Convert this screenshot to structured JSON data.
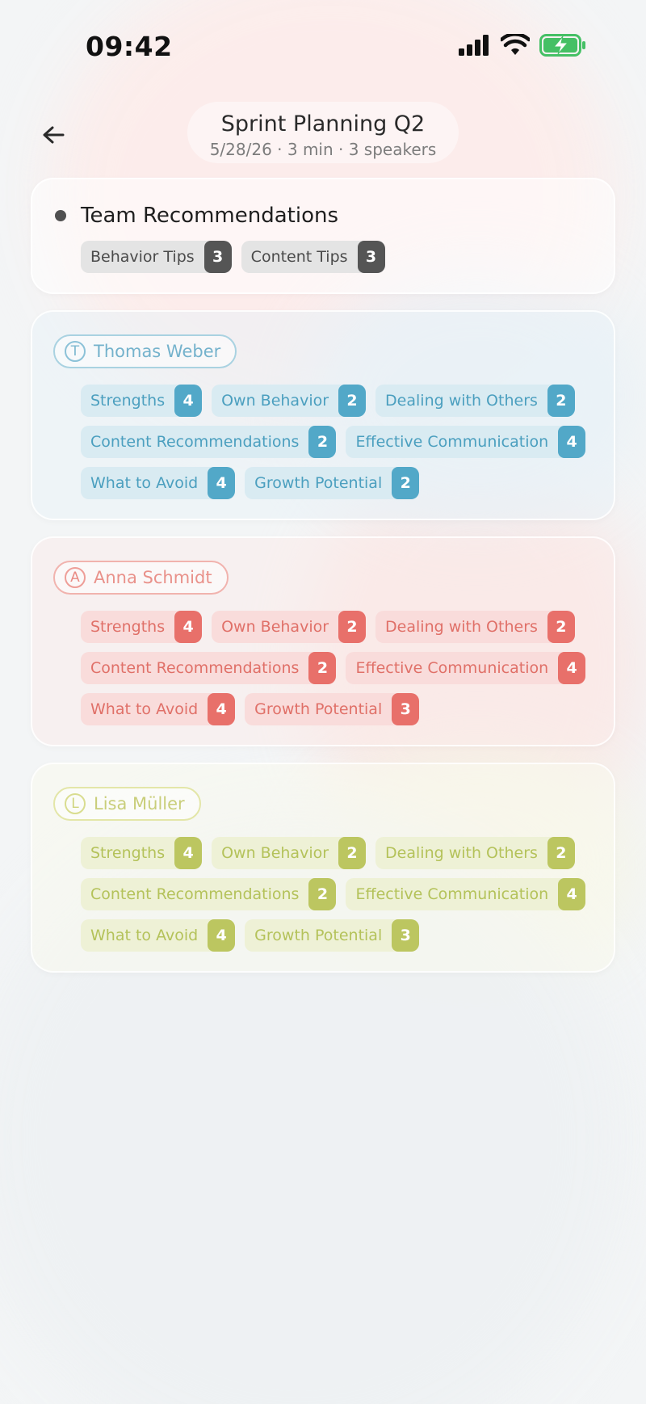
{
  "status": {
    "time": "09:42"
  },
  "header": {
    "title": "Sprint Planning Q2",
    "subtitle": "5/28/26 · 3 min · 3 speakers"
  },
  "team": {
    "title": "Team Recommendations",
    "chips": [
      {
        "label": "Behavior Tips",
        "count": "3"
      },
      {
        "label": "Content Tips",
        "count": "3"
      }
    ]
  },
  "speakers": [
    {
      "initial": "T",
      "name": "Thomas Weber",
      "color": "#52a8c8",
      "chips": [
        {
          "label": "Strengths",
          "count": "4"
        },
        {
          "label": "Own Behavior",
          "count": "2"
        },
        {
          "label": "Dealing with Others",
          "count": "2"
        },
        {
          "label": "Content Recommendations",
          "count": "2"
        },
        {
          "label": "Effective Communication",
          "count": "4"
        },
        {
          "label": "What to Avoid",
          "count": "4"
        },
        {
          "label": "Growth Potential",
          "count": "2"
        }
      ]
    },
    {
      "initial": "A",
      "name": "Anna Schmidt",
      "color": "#e8706a",
      "chips": [
        {
          "label": "Strengths",
          "count": "4"
        },
        {
          "label": "Own Behavior",
          "count": "2"
        },
        {
          "label": "Dealing with Others",
          "count": "2"
        },
        {
          "label": "Content Recommendations",
          "count": "2"
        },
        {
          "label": "Effective Communication",
          "count": "4"
        },
        {
          "label": "What to Avoid",
          "count": "4"
        },
        {
          "label": "Growth Potential",
          "count": "3"
        }
      ]
    },
    {
      "initial": "L",
      "name": "Lisa Müller",
      "color": "#bcc660",
      "chips": [
        {
          "label": "Strengths",
          "count": "4"
        },
        {
          "label": "Own Behavior",
          "count": "2"
        },
        {
          "label": "Dealing with Others",
          "count": "2"
        },
        {
          "label": "Content Recommendations",
          "count": "2"
        },
        {
          "label": "Effective Communication",
          "count": "4"
        },
        {
          "label": "What to Avoid",
          "count": "4"
        },
        {
          "label": "Growth Potential",
          "count": "3"
        }
      ]
    }
  ],
  "icons": {
    "back": "arrow-left-icon",
    "signal": "cellular-signal-icon",
    "wifi": "wifi-icon",
    "battery": "battery-charging-icon"
  }
}
